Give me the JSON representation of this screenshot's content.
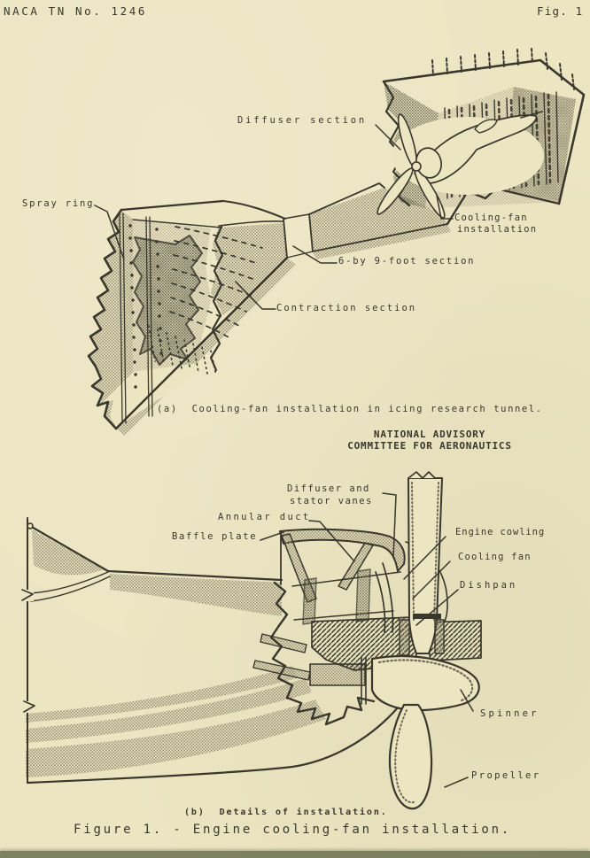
{
  "page": {
    "header_left": "NACA TN No. 1246",
    "header_right": "Fig. 1",
    "advisory_line1": "NATIONAL ADVISORY",
    "advisory_line2": "COMMITTEE FOR AERONAUTICS",
    "figure_caption": "Figure 1. - Engine cooling-fan installation."
  },
  "figure_a": {
    "caption": "(a)  Cooling-fan installation in icing research tunnel.",
    "labels": {
      "diffuser_section": "Diffuser section",
      "spray_ring": "Spray ring",
      "cooling_fan_line1": "Cooling-fan",
      "cooling_fan_line2": "installation",
      "test_section": "6-by 9-foot section",
      "contraction": "Contraction section"
    }
  },
  "figure_b": {
    "caption": "(b)  Details of installation.",
    "labels": {
      "diffuser_stator_line1": "Diffuser and",
      "diffuser_stator_line2": "stator vanes",
      "annular_duct": "Annular duct",
      "baffle_plate": "Baffle plate",
      "engine_cowling": "Engine cowling",
      "cooling_fan": "Cooling fan",
      "dishpan": "Dishpan",
      "spinner": "Spinner",
      "propeller": "Propeller"
    }
  },
  "colors": {
    "paper": "#ece5c2",
    "ink": "#3a372c"
  }
}
